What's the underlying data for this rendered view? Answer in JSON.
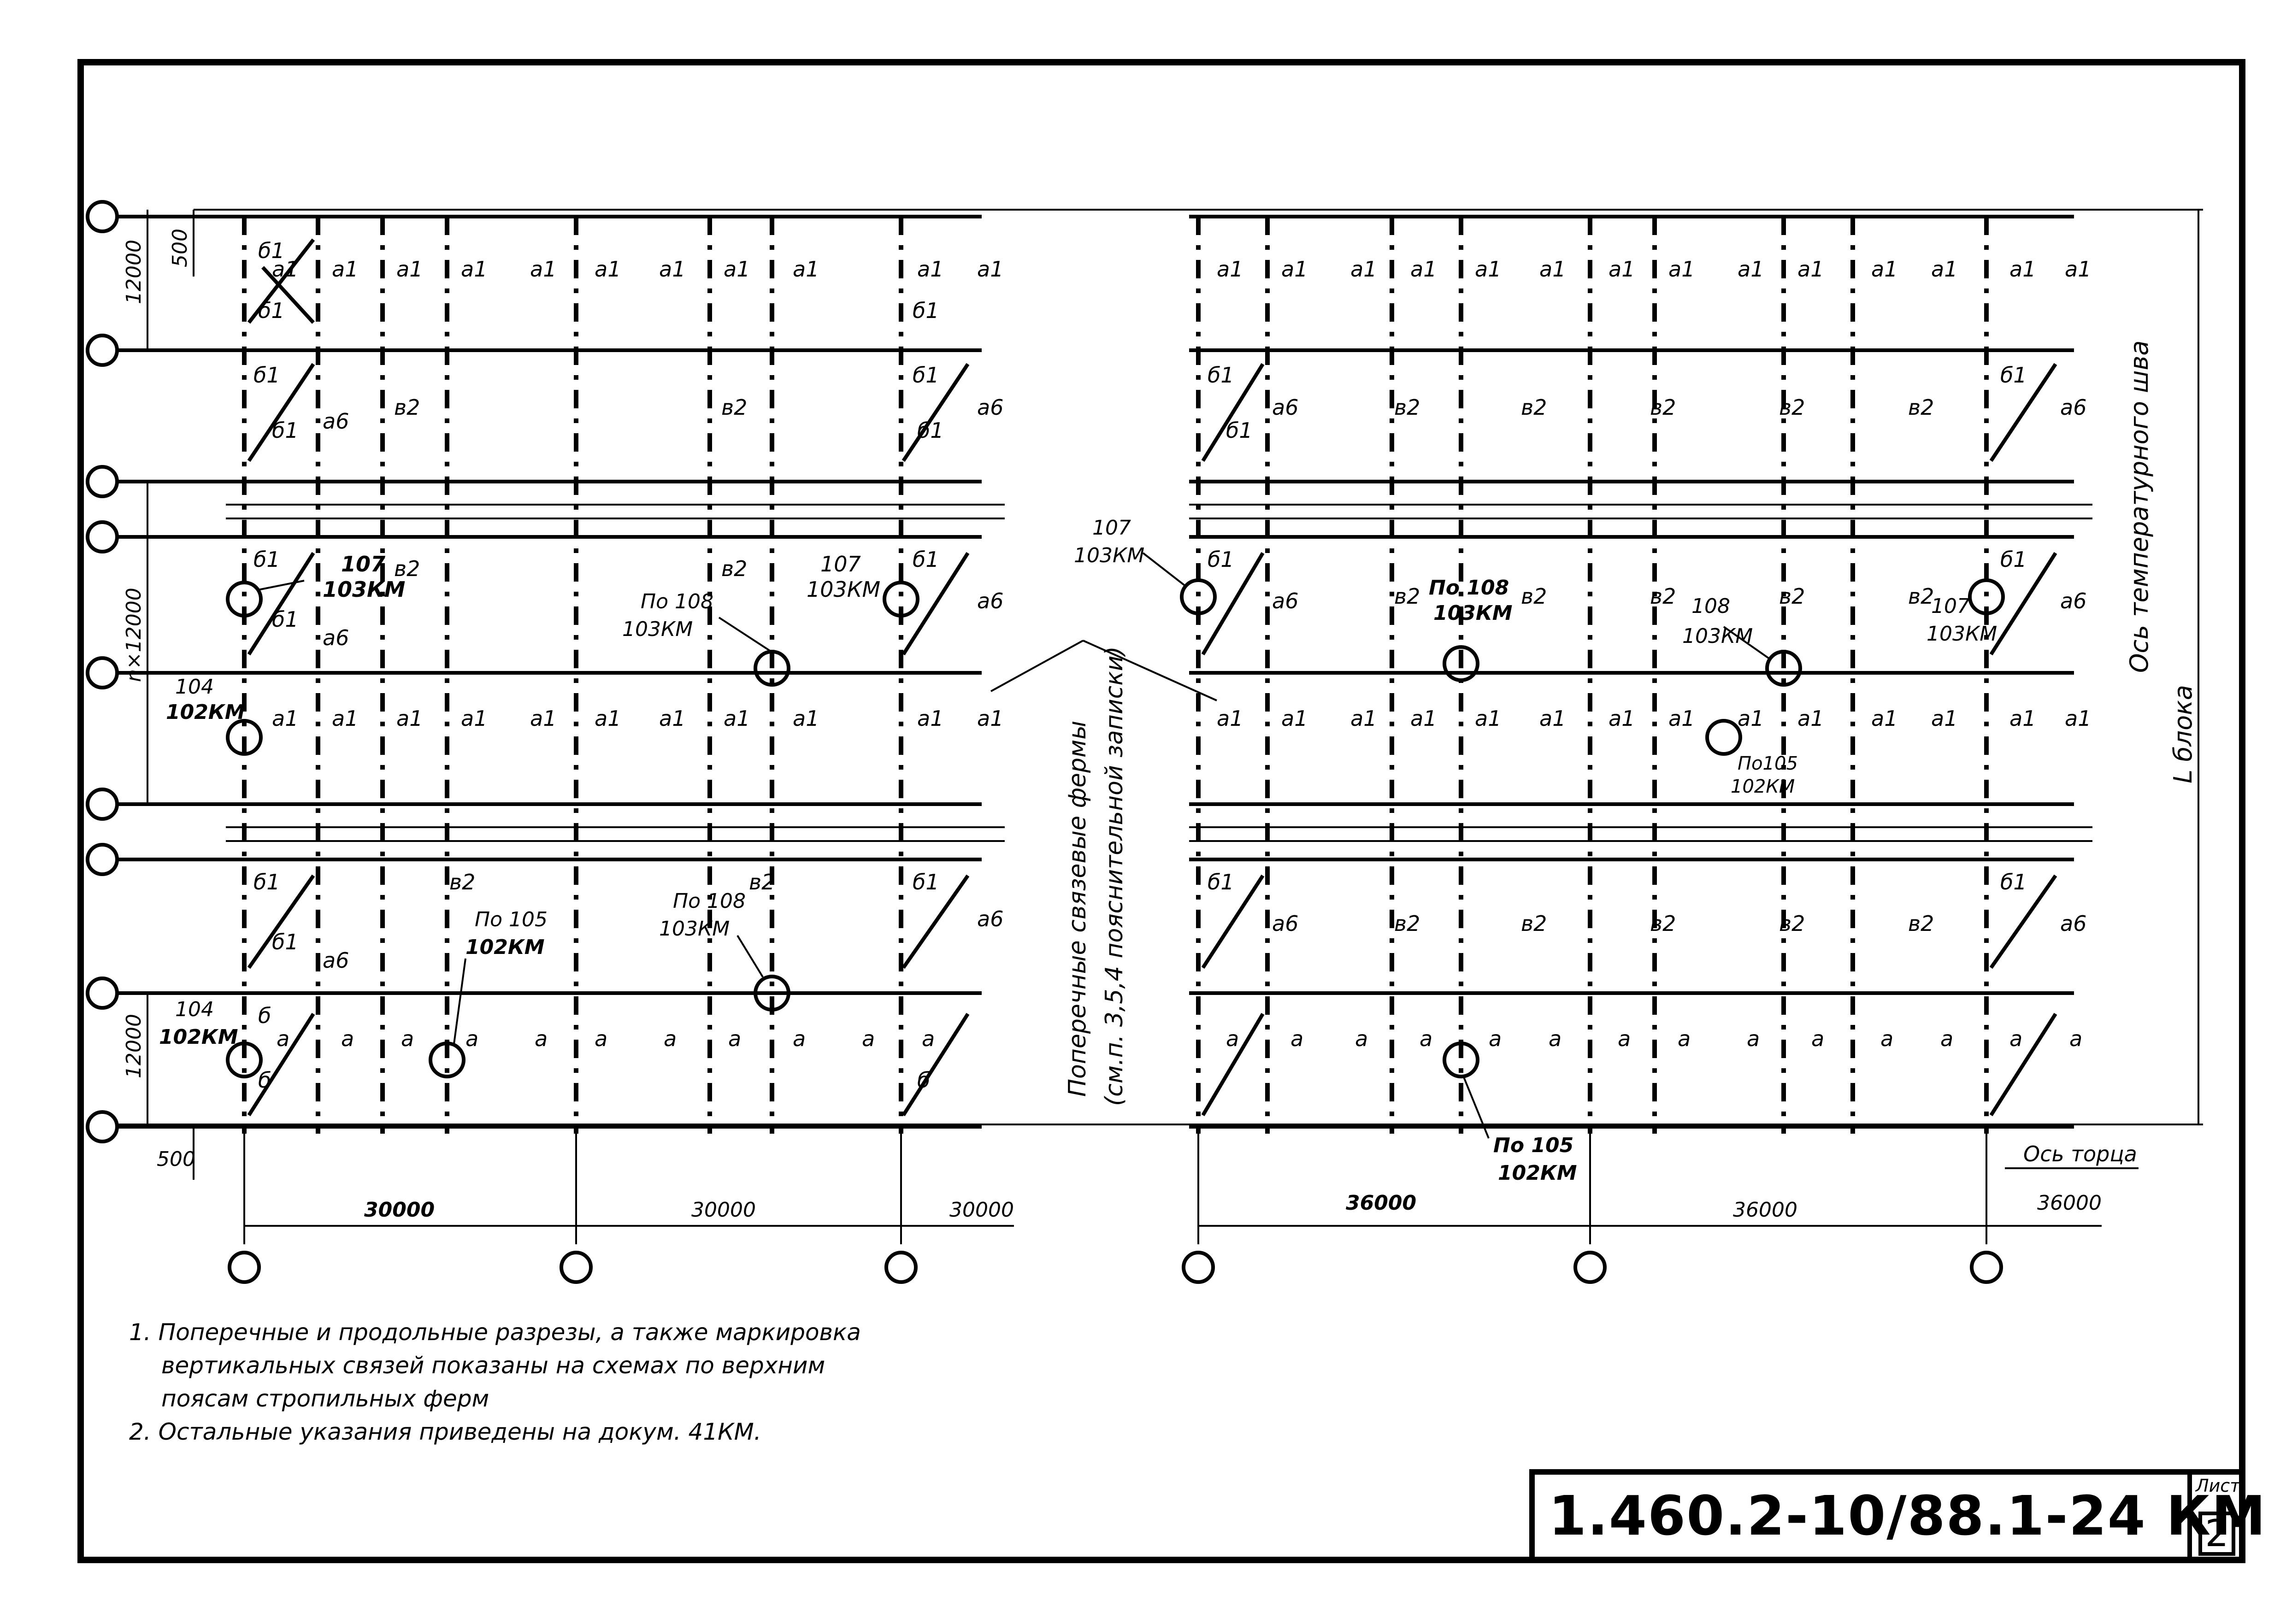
{
  "drawing": {
    "dims_left": {
      "top_bay": "12000",
      "offset_top": "500",
      "middle": "n×12000",
      "bottom_bay": "12000",
      "offset_bottom": "500"
    },
    "dims_bottom_left": [
      "30000",
      "30000",
      "30000"
    ],
    "dims_bottom_right": [
      "36000",
      "36000",
      "36000"
    ],
    "labels": {
      "a1": "а1",
      "b1": "б1",
      "a": "а",
      "b": "б",
      "a6": "а6",
      "v2": "в2",
      "ref_107": "107",
      "ref_103km": "103КМ",
      "ref_104": "104",
      "ref_102km": "102КМ",
      "ref_po108": "По 108",
      "ref_108": "108",
      "ref_po105": "По 105",
      "ref_105": "По105",
      "center_caption_1": "Поперечные связевые фермы",
      "center_caption_2": "(см.п. 3,5,4 пояснительной записки)",
      "temp_joint_axis": "Ось температурного шва",
      "block_length": "L блока",
      "end_axis": "Ось торца"
    }
  },
  "notes": [
    "1. Поперечные и продольные разрезы, а также маркировка",
    "вертикальных связей показаны на схемах по верхним",
    "поясам стропильных ферм",
    "2. Остальные указания приведены на докум. 41КМ."
  ],
  "stamp": {
    "doc_code": "1.460.2-10/88.1-24 КМ",
    "sheet_label": "Лист",
    "sheet_number": "2"
  }
}
